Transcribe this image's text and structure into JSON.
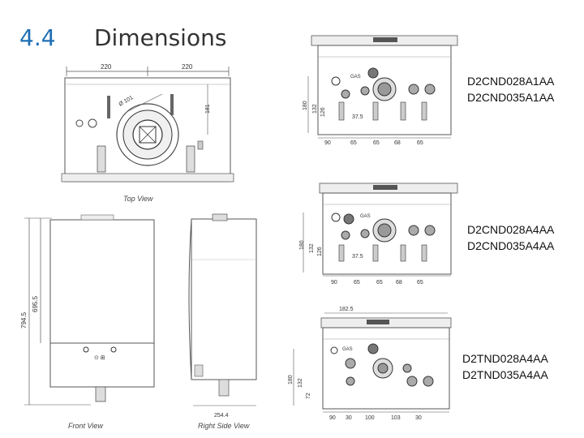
{
  "header": {
    "section_number": "4.4",
    "section_title": "Dimensions"
  },
  "top_view": {
    "caption": "Top View",
    "dim_left": "220",
    "dim_right": "220",
    "dim_vertical": "181",
    "dim_diameter": "Ø 101"
  },
  "front_view": {
    "caption": "Front View",
    "height_outer": "794.5",
    "height_inner": "695.5"
  },
  "side_view": {
    "caption": "Right Side View",
    "depth": "254.4"
  },
  "panels": [
    {
      "models": [
        "D2CND028A1AA",
        "D2CND035A1AA"
      ],
      "dims_bottom": [
        "90",
        "65",
        "65",
        "68",
        "65"
      ],
      "dims_left": [
        "180",
        "132",
        "126"
      ],
      "dim_inner": "37.5",
      "gas_label": "GAS"
    },
    {
      "models": [
        "D2CND028A4AA",
        "D2CND035A4AA"
      ],
      "dims_bottom": [
        "90",
        "65",
        "65",
        "68",
        "65"
      ],
      "dims_left": [
        "180",
        "132",
        "126"
      ],
      "dim_inner": "37.5",
      "gas_label": "GAS"
    },
    {
      "models": [
        "D2TND028A4AA",
        "D2TND035A4AA"
      ],
      "dims_bottom": [
        "90",
        "30",
        "100",
        "103",
        "30"
      ],
      "dims_left": [
        "180",
        "132",
        "72"
      ],
      "dim_top": "182.5",
      "gas_label": "GAS"
    }
  ]
}
